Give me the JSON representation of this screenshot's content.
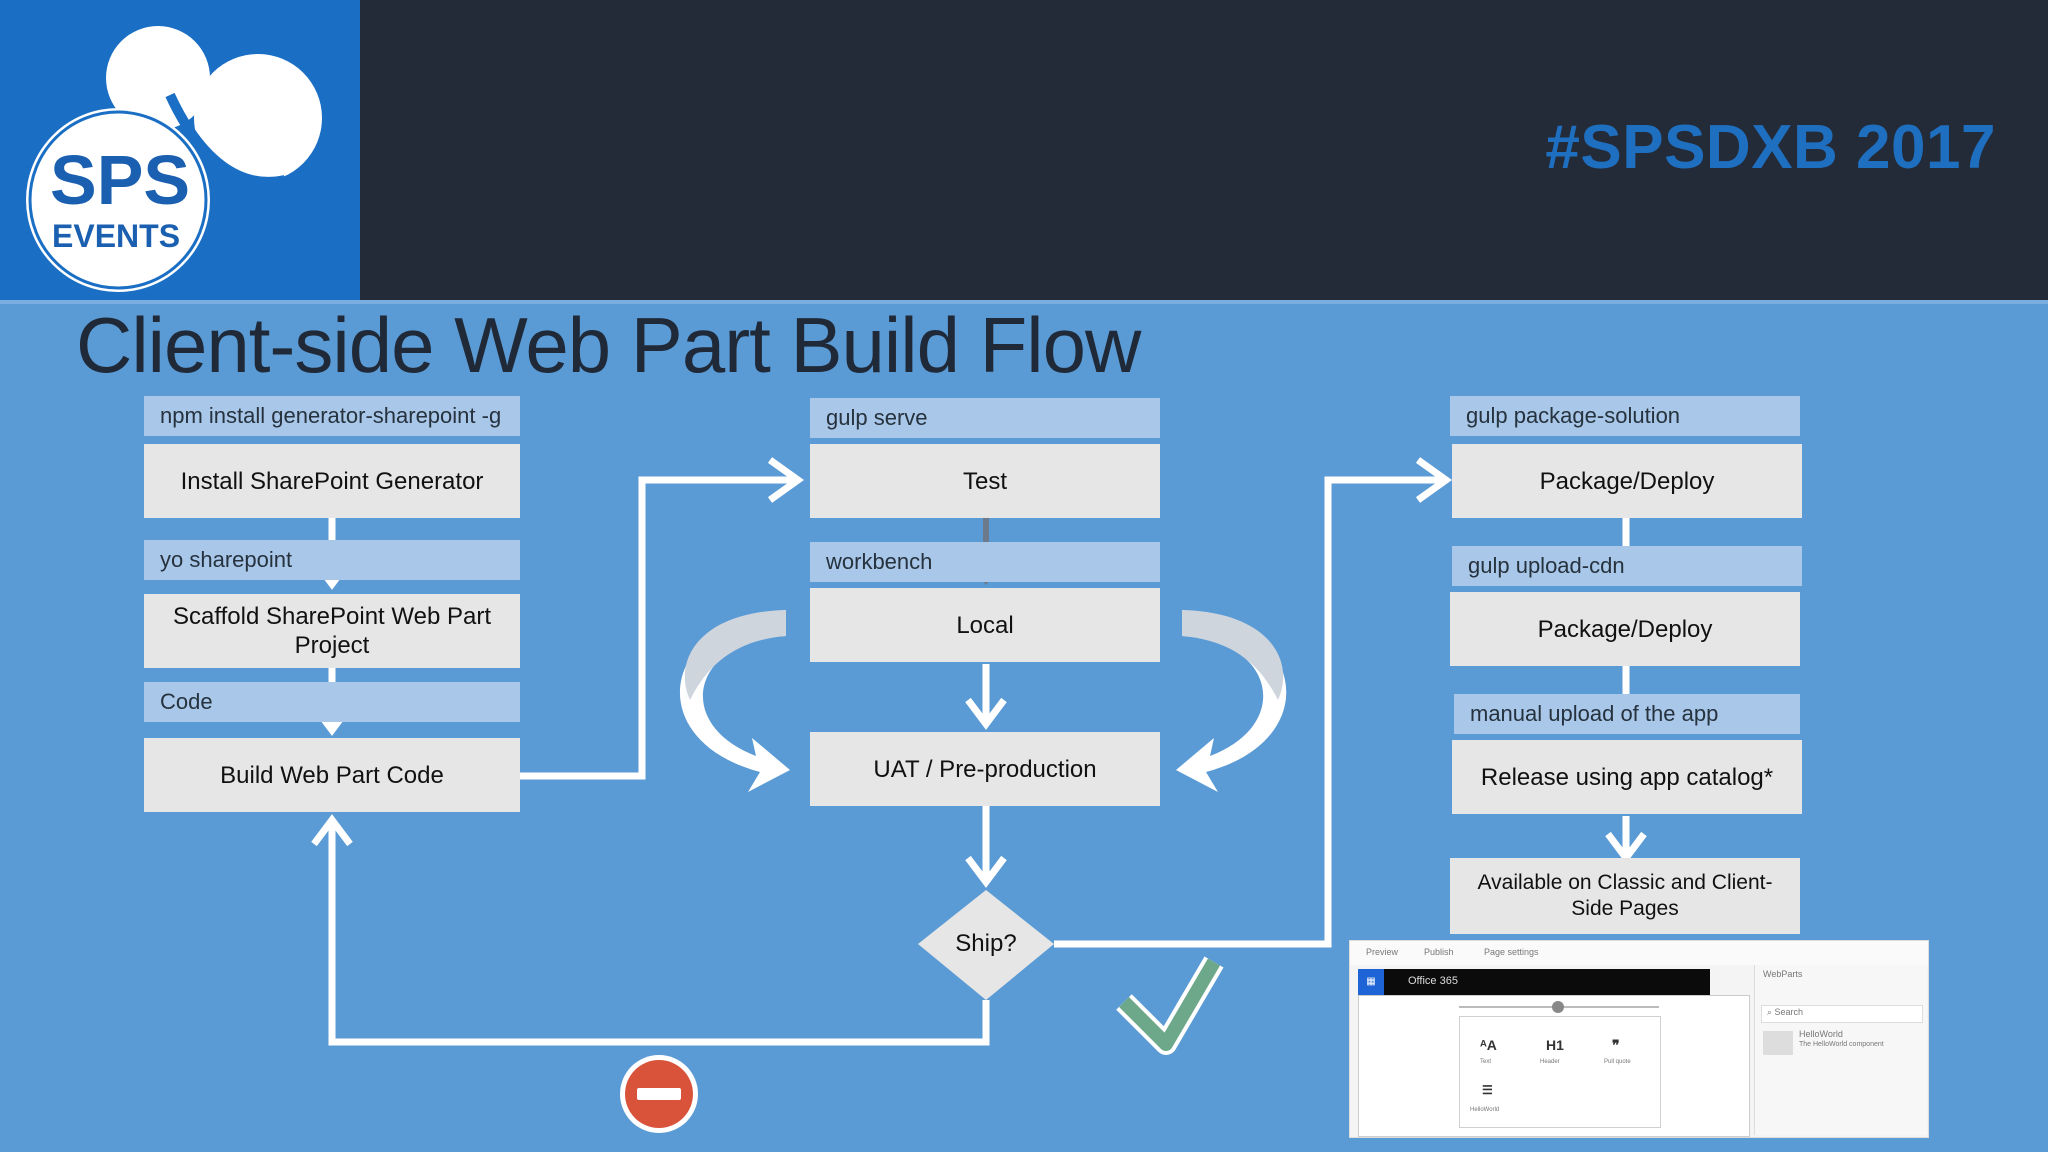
{
  "header": {
    "logo_main": "SPS",
    "logo_sub": "EVENTS",
    "hashtag": "#SPSDXB 2017"
  },
  "title": "Client-side Web Part Build Flow",
  "left_column": {
    "cmd1": "npm install generator-sharepoint -g",
    "box1": "Install SharePoint Generator",
    "cmd2": "yo sharepoint",
    "box2": "Scaffold SharePoint Web Part Project",
    "cmd3": "Code",
    "box3": "Build Web Part Code"
  },
  "middle_column": {
    "cmd1": "gulp serve",
    "box1": "Test",
    "cmd2": "workbench",
    "box2": "Local",
    "box3": "UAT / Pre-production",
    "decision": "Ship?"
  },
  "right_column": {
    "cmd1": "gulp package-solution",
    "box1": "Package/Deploy",
    "cmd2": "gulp upload-cdn",
    "box2": "Package/Deploy",
    "cmd3": "manual upload of the app",
    "box3": "Release using app catalog*",
    "box4": "Available on Classic and Client-Side Pages"
  },
  "screenshot_thumb": {
    "toolbar": [
      "Preview",
      "Publish",
      "Page settings"
    ],
    "app_title": "Office 365",
    "side_title": "WebParts",
    "side_search": "Search",
    "side_item": "HelloWorld",
    "side_item_desc": "The HelloWorld component",
    "tiles": [
      "Text",
      "Header",
      "Pull quote",
      "HelloWorld"
    ]
  },
  "colors": {
    "background": "#5b9bd5",
    "header": "#232b38",
    "logo_bg": "#1a6fc4",
    "hashtag": "#1f6fc0",
    "cmd_band": "#a9c7e8",
    "box": "#e6e6e6",
    "stop": "#d9533a",
    "check": "#6ea88a"
  }
}
